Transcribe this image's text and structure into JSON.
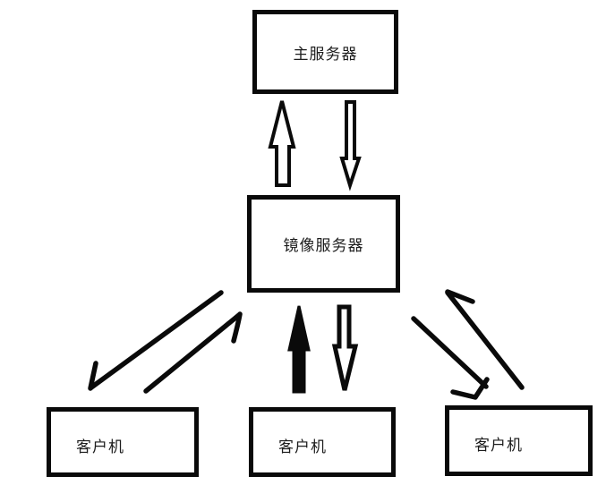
{
  "diagram": {
    "title": "server-mirror-client-topology",
    "nodes": {
      "main_server": {
        "label": "主服务器"
      },
      "mirror_server": {
        "label": "镜像服务器"
      },
      "client_left": {
        "label": "客户机"
      },
      "client_center": {
        "label": "客户机"
      },
      "client_right": {
        "label": "客户机"
      }
    },
    "edges": [
      {
        "name": "mirror-to-main",
        "from": "mirror_server",
        "to": "main_server",
        "style": "hollow-block-arrow-up"
      },
      {
        "name": "main-to-mirror",
        "from": "main_server",
        "to": "mirror_server",
        "style": "hollow-block-arrow-down"
      },
      {
        "name": "mirror-to-client-left",
        "from": "mirror_server",
        "to": "client_left",
        "style": "line-arrow-down-left"
      },
      {
        "name": "client-left-to-mirror",
        "from": "client_left",
        "to": "mirror_server",
        "style": "line-arrow-up-right"
      },
      {
        "name": "client-center-to-mirror",
        "from": "client_center",
        "to": "mirror_server",
        "style": "solid-block-arrow-up"
      },
      {
        "name": "mirror-to-client-center",
        "from": "mirror_server",
        "to": "client_center",
        "style": "hollow-block-arrow-down"
      },
      {
        "name": "mirror-to-client-right",
        "from": "mirror_server",
        "to": "client_right",
        "style": "line-arrow-down-right"
      },
      {
        "name": "client-right-to-mirror",
        "from": "client_right",
        "to": "mirror_server",
        "style": "line-arrow-up-left"
      }
    ],
    "colors": {
      "stroke": "#0a0a0a",
      "background": "#ffffff",
      "text": "#1c1c1c"
    }
  }
}
